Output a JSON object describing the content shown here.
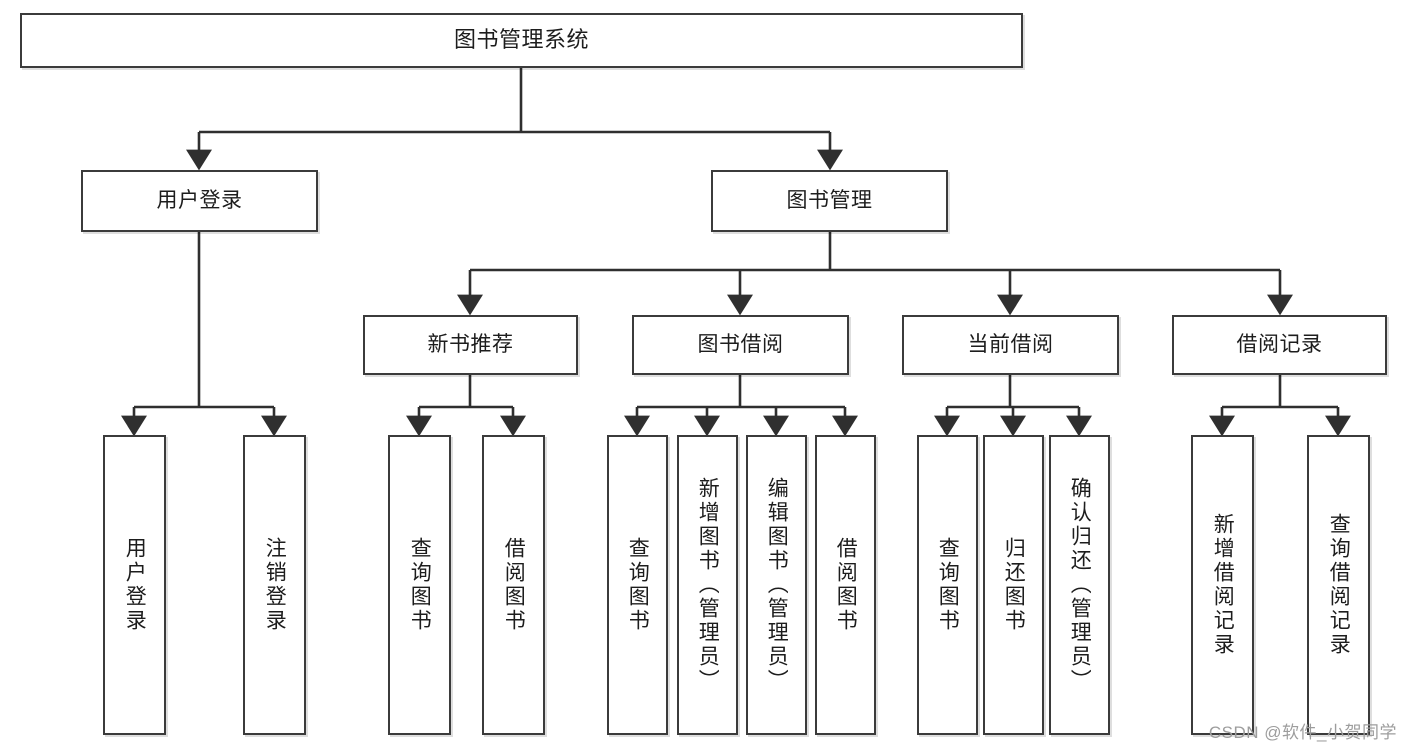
{
  "diagram": {
    "type": "tree-hierarchy-chart",
    "title": "图书管理系统",
    "watermark": "CSDN @软件_小贺同学",
    "style": {
      "box_border_color": "#3b3b3b",
      "box_fill_color": "#ffffff",
      "edge_color": "#2f2f2f",
      "text_color": "#1d1d1d",
      "background": "#ffffff"
    },
    "levels": {
      "level1": [
        "图书管理系统"
      ],
      "level2": [
        "用户登录",
        "图书管理"
      ],
      "level3": [
        "新书推荐",
        "图书借阅",
        "当前借阅",
        "借阅记录"
      ],
      "level4": [
        "用户登录",
        "注销登录",
        "查询图书",
        "借阅图书",
        "查询图书",
        "新增图书（管理员）",
        "编辑图书（管理员）",
        "借阅图书",
        "查询图书",
        "归还图书",
        "确认归还（管理员）",
        "新增借阅记录",
        "查询借阅记录"
      ]
    },
    "nodes": {
      "root": {
        "label": "图书管理系统"
      },
      "user_login": {
        "label": "用户登录"
      },
      "book_mgmt": {
        "label": "图书管理"
      },
      "new_book_rec": {
        "label": "新书推荐"
      },
      "book_borrow": {
        "label": "图书借阅"
      },
      "current_borrow": {
        "label": "当前借阅"
      },
      "borrow_record": {
        "label": "借阅记录"
      },
      "leaf_user_login": {
        "label": "用户登录"
      },
      "leaf_logout": {
        "label": "注销登录"
      },
      "leaf_query_book_a": {
        "label": "查询图书"
      },
      "leaf_borrow_book_a": {
        "label": "借阅图书"
      },
      "leaf_query_book_b": {
        "label": "查询图书"
      },
      "leaf_add_book": {
        "label": "新增图书（管理员）"
      },
      "leaf_edit_book": {
        "label": "编辑图书（管理员）"
      },
      "leaf_borrow_book_b": {
        "label": "借阅图书"
      },
      "leaf_query_book_c": {
        "label": "查询图书"
      },
      "leaf_return_book": {
        "label": "归还图书"
      },
      "leaf_confirm_return": {
        "label": "确认归还（管理员）"
      },
      "leaf_add_record": {
        "label": "新增借阅记录"
      },
      "leaf_query_record": {
        "label": "查询借阅记录"
      }
    },
    "edges": [
      {
        "from": "root",
        "to": "user_login"
      },
      {
        "from": "root",
        "to": "book_mgmt"
      },
      {
        "from": "user_login",
        "to": "leaf_user_login"
      },
      {
        "from": "user_login",
        "to": "leaf_logout"
      },
      {
        "from": "book_mgmt",
        "to": "new_book_rec"
      },
      {
        "from": "book_mgmt",
        "to": "book_borrow"
      },
      {
        "from": "book_mgmt",
        "to": "current_borrow"
      },
      {
        "from": "book_mgmt",
        "to": "borrow_record"
      },
      {
        "from": "new_book_rec",
        "to": "leaf_query_book_a"
      },
      {
        "from": "new_book_rec",
        "to": "leaf_borrow_book_a"
      },
      {
        "from": "book_borrow",
        "to": "leaf_query_book_b"
      },
      {
        "from": "book_borrow",
        "to": "leaf_add_book"
      },
      {
        "from": "book_borrow",
        "to": "leaf_edit_book"
      },
      {
        "from": "book_borrow",
        "to": "leaf_borrow_book_b"
      },
      {
        "from": "current_borrow",
        "to": "leaf_query_book_c"
      },
      {
        "from": "current_borrow",
        "to": "leaf_return_book"
      },
      {
        "from": "current_borrow",
        "to": "leaf_confirm_return"
      },
      {
        "from": "borrow_record",
        "to": "leaf_add_record"
      },
      {
        "from": "borrow_record",
        "to": "leaf_query_record"
      }
    ]
  }
}
